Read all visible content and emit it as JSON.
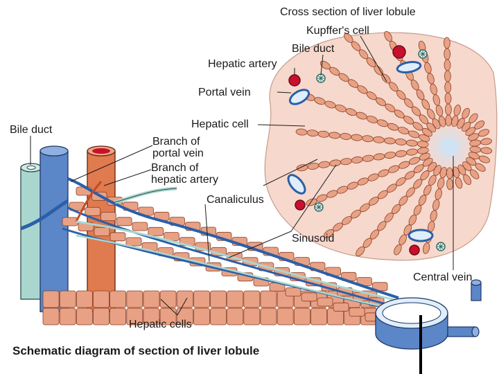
{
  "title": "Cross section of liver lobule",
  "caption": "Schematic diagram of section of liver lobule",
  "labels": {
    "kupffer": "Kupffer's cell",
    "bile_duct_top": "Bile duct",
    "hepatic_artery": "Hepatic artery",
    "portal_vein": "Portal vein",
    "hepatic_cell": "Hepatic cell",
    "bile_duct_left": "Bile duct",
    "branch_portal_1": "Branch of",
    "branch_portal_2": "portal vein",
    "branch_artery_1": "Branch of",
    "branch_artery_2": "hepatic artery",
    "canaliculus": "Canaliculus",
    "sinusoid": "Sinusoid",
    "central_vein": "Central vein",
    "hepatic_cells": "Hepatic cells"
  },
  "colors": {
    "lobule_fill": "#f6d8cc",
    "cell_fill": "#e8a184",
    "cell_stroke": "#8a3e25",
    "vein_blue": "#5b86c8",
    "artery_red": "#c8102e",
    "bile_green": "#a9d7d0",
    "artery_orange": "#e07a4f"
  }
}
